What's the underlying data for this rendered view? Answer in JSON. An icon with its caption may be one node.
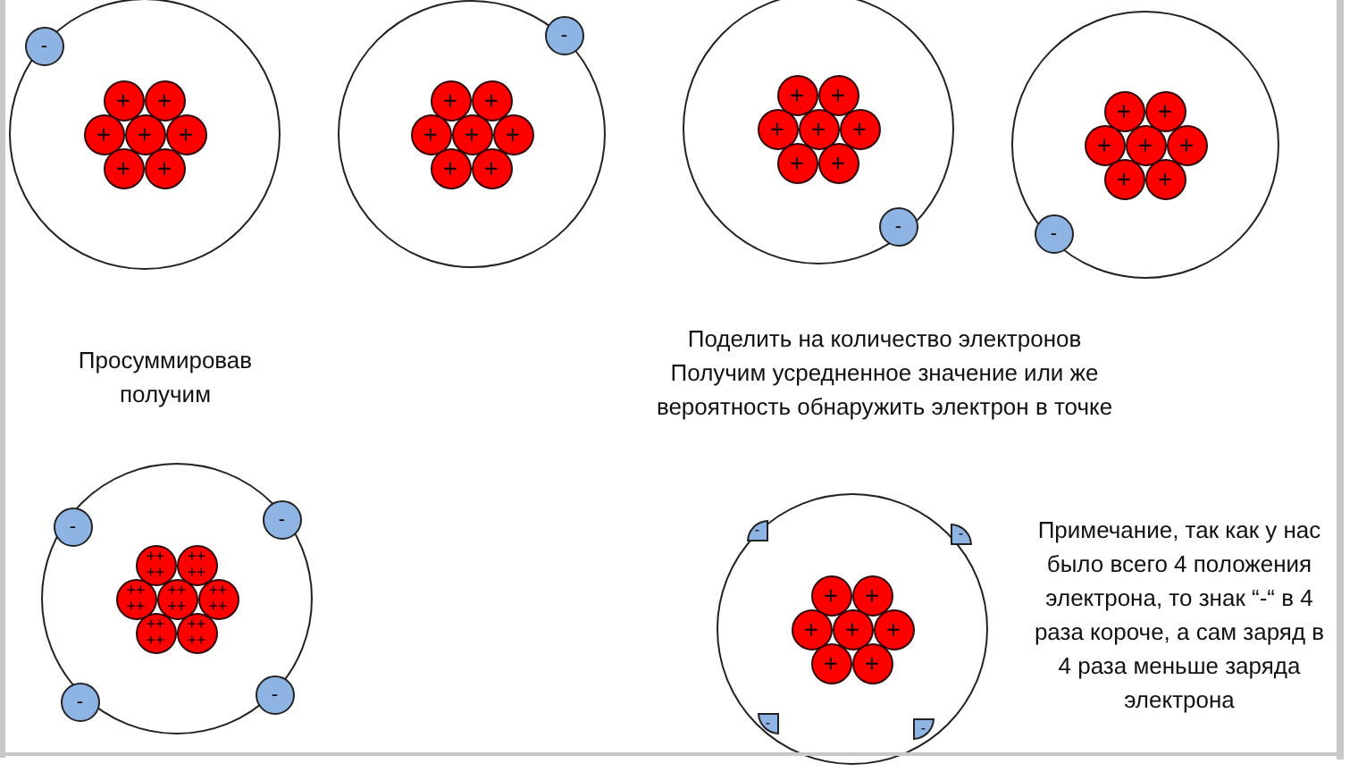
{
  "diagram": {
    "nodes": [
      {
        "text": [],
        "shape": "circle"
      },
      {
        "text": [
          "+"
        ],
        "in": 0
      },
      {
        "text": [
          "+"
        ],
        "in": 0
      },
      {
        "text": [
          "+"
        ],
        "in": 0
      },
      {
        "text": [
          "+"
        ],
        "in": 0
      },
      {
        "text": [
          "+"
        ],
        "in": 0
      },
      {
        "text": [
          "+"
        ],
        "in": 0
      },
      {
        "text": [
          "+"
        ],
        "in": 0
      },
      {
        "text": [
          "-"
        ],
        "in": 0
      },
      {
        "text": [],
        "shape": "circle"
      },
      {
        "text": [
          "+"
        ],
        "in": 9
      },
      {
        "text": [
          "+"
        ],
        "in": 9
      },
      {
        "text": [
          "+"
        ],
        "in": 9
      },
      {
        "text": [
          "+"
        ],
        "in": 9
      },
      {
        "text": [
          "+"
        ],
        "in": 9
      },
      {
        "text": [
          "+"
        ],
        "in": 9
      },
      {
        "text": [
          "+"
        ],
        "in": 9
      },
      {
        "text": [
          "-"
        ],
        "in": 9
      },
      {
        "text": [],
        "shape": "circle"
      },
      {
        "text": [
          "+"
        ],
        "in": 18
      },
      {
        "text": [
          "+"
        ],
        "in": 18
      },
      {
        "text": [
          "+"
        ],
        "in": 18
      },
      {
        "text": [
          "+"
        ],
        "in": 18
      },
      {
        "text": [
          "+"
        ],
        "in": 18
      },
      {
        "text": [
          "+"
        ],
        "in": 18
      },
      {
        "text": [
          "+"
        ],
        "in": 18
      },
      {
        "text": [
          "-"
        ],
        "in": 18
      },
      {
        "text": [],
        "shape": "circle"
      },
      {
        "text": [
          "+"
        ],
        "in": 27
      },
      {
        "text": [
          "+"
        ],
        "in": 27
      },
      {
        "text": [
          "+"
        ],
        "in": 27
      },
      {
        "text": [
          "+"
        ],
        "in": 27
      },
      {
        "text": [
          "+"
        ],
        "in": 27
      },
      {
        "text": [
          "+"
        ],
        "in": 27
      },
      {
        "text": [
          "+"
        ],
        "in": 27
      },
      {
        "text": [
          "-"
        ],
        "in": 27
      },
      {
        "text": [],
        "shape": "circle"
      },
      {
        "text": [
          "++ ++"
        ],
        "in": 36
      },
      {
        "text": [
          "++ ++"
        ],
        "in": 36
      },
      {
        "text": [
          "++ ++"
        ],
        "in": 36
      },
      {
        "text": [
          "++ ++"
        ],
        "in": 36
      },
      {
        "text": [
          "++ ++"
        ],
        "in": 36
      },
      {
        "text": [
          "++ ++"
        ],
        "in": 36
      },
      {
        "text": [
          "++ ++"
        ],
        "in": 36
      },
      {
        "text": [
          "-"
        ],
        "in": 36
      },
      {
        "text": [
          "-"
        ],
        "in": 36
      },
      {
        "text": [
          "-"
        ],
        "in": 36
      },
      {
        "text": [
          "-"
        ],
        "in": 36
      },
      {
        "text": [],
        "shape": "circle"
      },
      {
        "text": [
          "+"
        ],
        "in": 48
      },
      {
        "text": [
          "+"
        ],
        "in": 48
      },
      {
        "text": [
          "+"
        ],
        "in": 48
      },
      {
        "text": [
          "+"
        ],
        "in": 48
      },
      {
        "text": [
          "+"
        ],
        "in": 48
      },
      {
        "text": [
          "+"
        ],
        "in": 48
      },
      {
        "text": [
          "+"
        ],
        "in": 48
      },
      {
        "text": [
          "-"
        ],
        "in": 48
      },
      {
        "text": [
          "-"
        ],
        "in": 48
      },
      {
        "text": [
          "-"
        ],
        "in": 48
      },
      {
        "text": [
          "-"
        ],
        "in": 48
      }
    ],
    "labels": [
      "Просуммировав получим",
      "Поделить на количество электронов Получим усредненное значение или же вероятность обнаружить электрон в точке",
      "Примечание, так как у нас было всего 4 положения электрона, то знак “-“ в 4 раза короче, а сам заряд в 4 раза меньше заряда электрона"
    ]
  }
}
